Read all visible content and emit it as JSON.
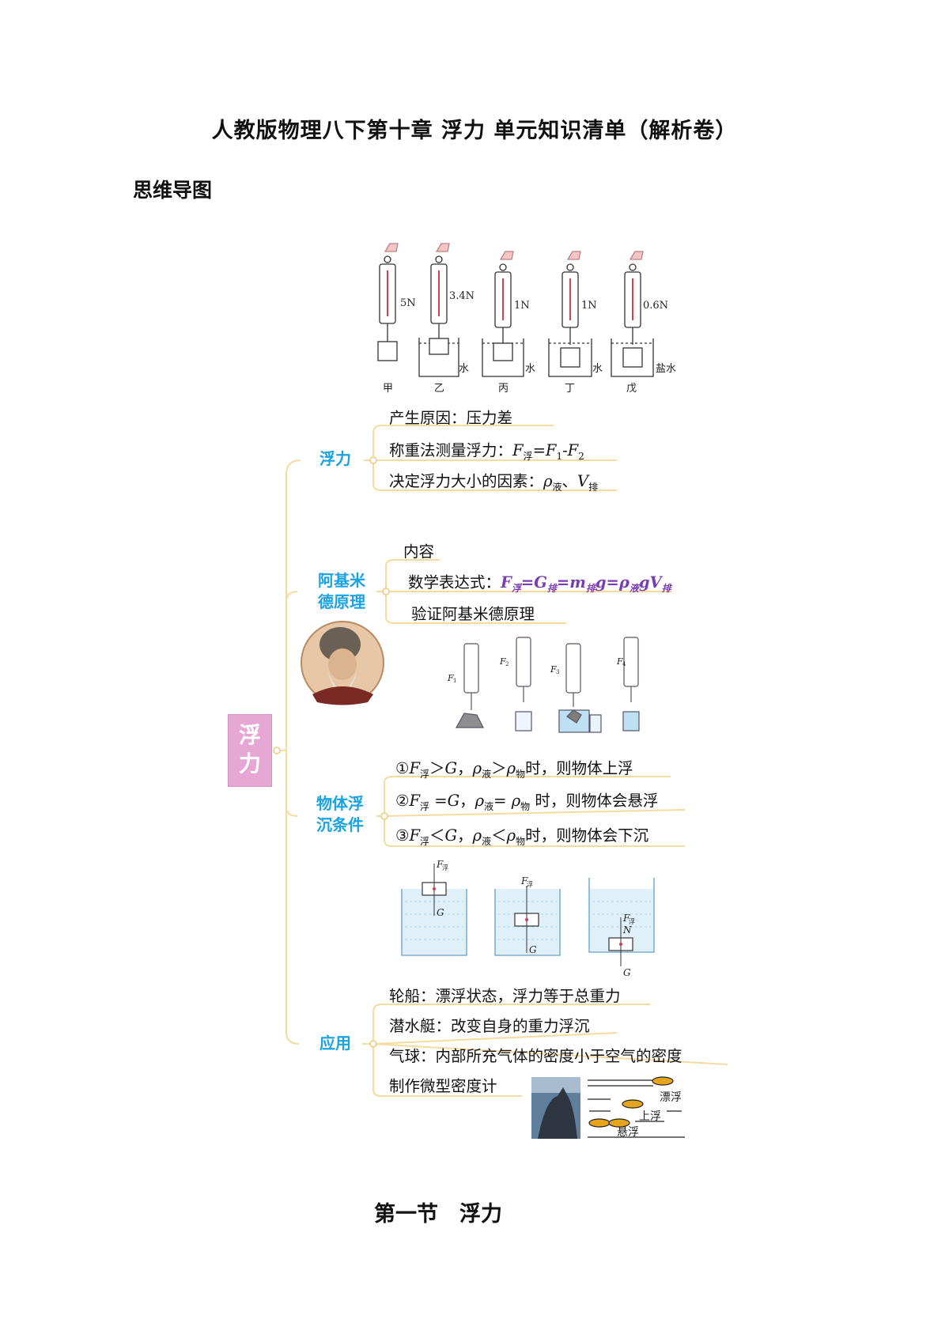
{
  "page": {
    "title": "人教版物理八下第十章  浮力  单元知识清单（解析卷）",
    "subtitle": "思维导图",
    "section_heading": "第一节　浮力"
  },
  "colors": {
    "central_bg": "#e6a7d5",
    "branch_text": "#1aa3e0",
    "connector": "#f6dba0",
    "formula_purple": "#7a3cb0"
  },
  "mindmap": {
    "central": [
      "浮",
      "力"
    ],
    "branch1": {
      "label": "浮力",
      "item1": "产生原因：压力差",
      "item2_prefix": "称重法测量浮力：",
      "item2_formula": {
        "a": "F",
        "a_sub": "浮",
        "eq": "=",
        "b": "F",
        "b_sub": "1",
        "minus": "-",
        "c": "F",
        "c_sub": "2"
      },
      "item3_prefix": "决定浮力大小的因素：",
      "item3_formula": {
        "a": "ρ",
        "a_sub": "液",
        "sep": "、",
        "b": "V",
        "b_sub": "排"
      }
    },
    "branch2": {
      "label_line1": "阿基米",
      "label_line2": "德原理",
      "item1": "内容",
      "item2_prefix": "数学表达式：",
      "item2_formula": {
        "f": "F",
        "f_sub": "浮",
        "eq1": "=",
        "g": "G",
        "g_sub": "排",
        "eq2": "=",
        "m": "m",
        "m_sub": "排",
        "gg": "g",
        "eq3": "=",
        "rho": "ρ",
        "rho_sub": "液",
        "g2": "g",
        "v": "V",
        "v_sub": "排"
      },
      "item3": "验证阿基米德原理",
      "fig_labels": [
        "F",
        "F",
        "F",
        "F"
      ],
      "fig_subs": [
        "1",
        "2",
        "3",
        "4"
      ]
    },
    "branch3": {
      "label_line1": "物体浮",
      "label_line2": "沉条件",
      "c1": {
        "num": "①",
        "f": "F",
        "f_sub": "浮",
        "rel1": "＞",
        "g": "G",
        "comma": "，",
        "rho": "ρ",
        "rho_sub": "液",
        "rel2": "＞",
        "rho2": "ρ",
        "rho2_sub": "物",
        "tail": "时，则物体上浮"
      },
      "c2": {
        "num": "②",
        "f": "F",
        "f_sub": "浮",
        "rel1": " =",
        "g": "G",
        "comma": "，",
        "rho": "ρ",
        "rho_sub": "液",
        "rel2": "= ",
        "rho2": "ρ",
        "rho2_sub": "物",
        "tail": " 时，则物体会悬浮"
      },
      "c3": {
        "num": "③",
        "f": "F",
        "f_sub": "浮",
        "rel1": "＜",
        "g": "G",
        "comma": "，",
        "rho": "ρ",
        "rho_sub": "液",
        "rel2": "＜",
        "rho2": "ρ",
        "rho2_sub": "物",
        "tail": "时，则物体会下沉"
      },
      "force_labels": {
        "f": "F",
        "f_sub": "浮",
        "g": "G",
        "n": "N"
      }
    },
    "branch4": {
      "label": "应用",
      "items": [
        "轮船：漂浮状态，浮力等于总重力",
        "潜水艇：改变自身的重力浮沉",
        "气球：内部所充气体的密度小于空气的密度",
        "制作微型密度计"
      ],
      "sub_labels": [
        "漂浮",
        "上浮",
        "悬浮"
      ]
    },
    "top_figure": {
      "readings": [
        "5N",
        "3.4N",
        "1N",
        "1N",
        "0.6N"
      ],
      "liquids": [
        "水",
        "水",
        "水",
        "盐水"
      ],
      "names": [
        "甲",
        "乙",
        "丙",
        "丁",
        "戊"
      ]
    }
  }
}
